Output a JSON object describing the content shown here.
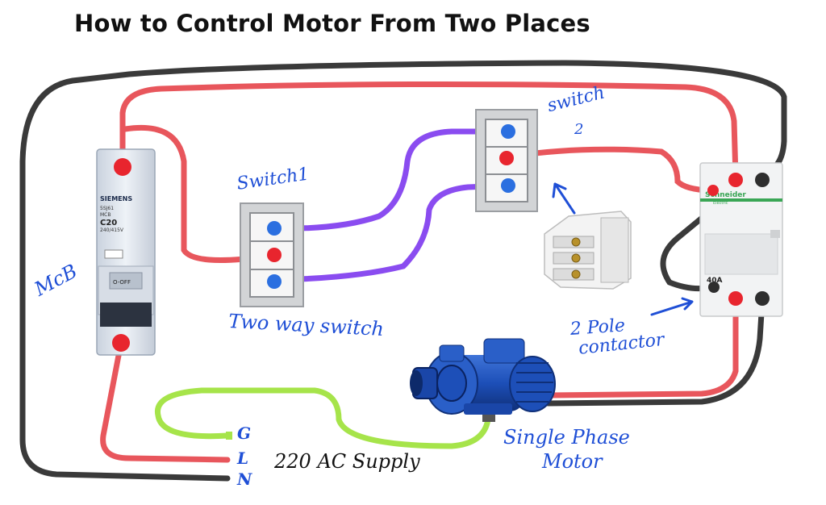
{
  "title": "How to Control Motor From Two Places",
  "labels": {
    "mcb": "McB",
    "switch1": "Switch1",
    "switch2_line1": "switch",
    "switch2_line2": "2",
    "two_way_switch": "Two way switch",
    "contactor_line1": "2 Pole",
    "contactor_line2": "contactor",
    "motor_line1": "Single Phase",
    "motor_line2": "Motor",
    "supply": "220 AC Supply",
    "terminal_g": "G",
    "terminal_l": "L",
    "terminal_n": "N"
  },
  "mcb_device": {
    "brand": "SIEMENS",
    "model_lines": [
      "5SJ61",
      "MCB",
      "C20",
      "240/415V"
    ],
    "switch_text": "O-OFF"
  },
  "contactor_device": {
    "brand": "Schneider",
    "sub_brand": "Electric",
    "rating": "40A"
  },
  "colors": {
    "live": "#e8565c",
    "neutral": "#3a3a3a",
    "ground": "#a6e44a",
    "traveler": "#8a4cf0",
    "annotation": "#1f4fd6",
    "terminal_red": "#e8252e",
    "terminal_blue": "#2b6fe0"
  }
}
